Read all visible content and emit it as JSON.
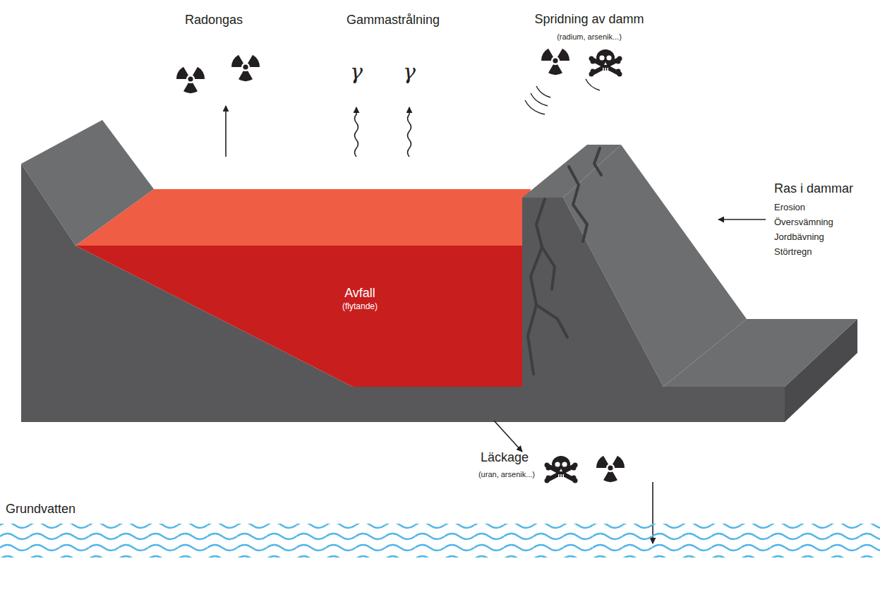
{
  "diagram": {
    "nodes": [
      {
        "text": [
          "Avfall",
          "(flytande)"
        ]
      }
    ],
    "labels": [
      "Radongas",
      "Gammastrålning",
      "Spridning av damm",
      "(radium, arsenik...)",
      "Ras i dammar",
      "Erosion",
      "Översvämning",
      "Jordbävning",
      "Störtregn",
      "Läckage",
      "(uran, arsenik...)",
      "Grundvatten"
    ]
  }
}
